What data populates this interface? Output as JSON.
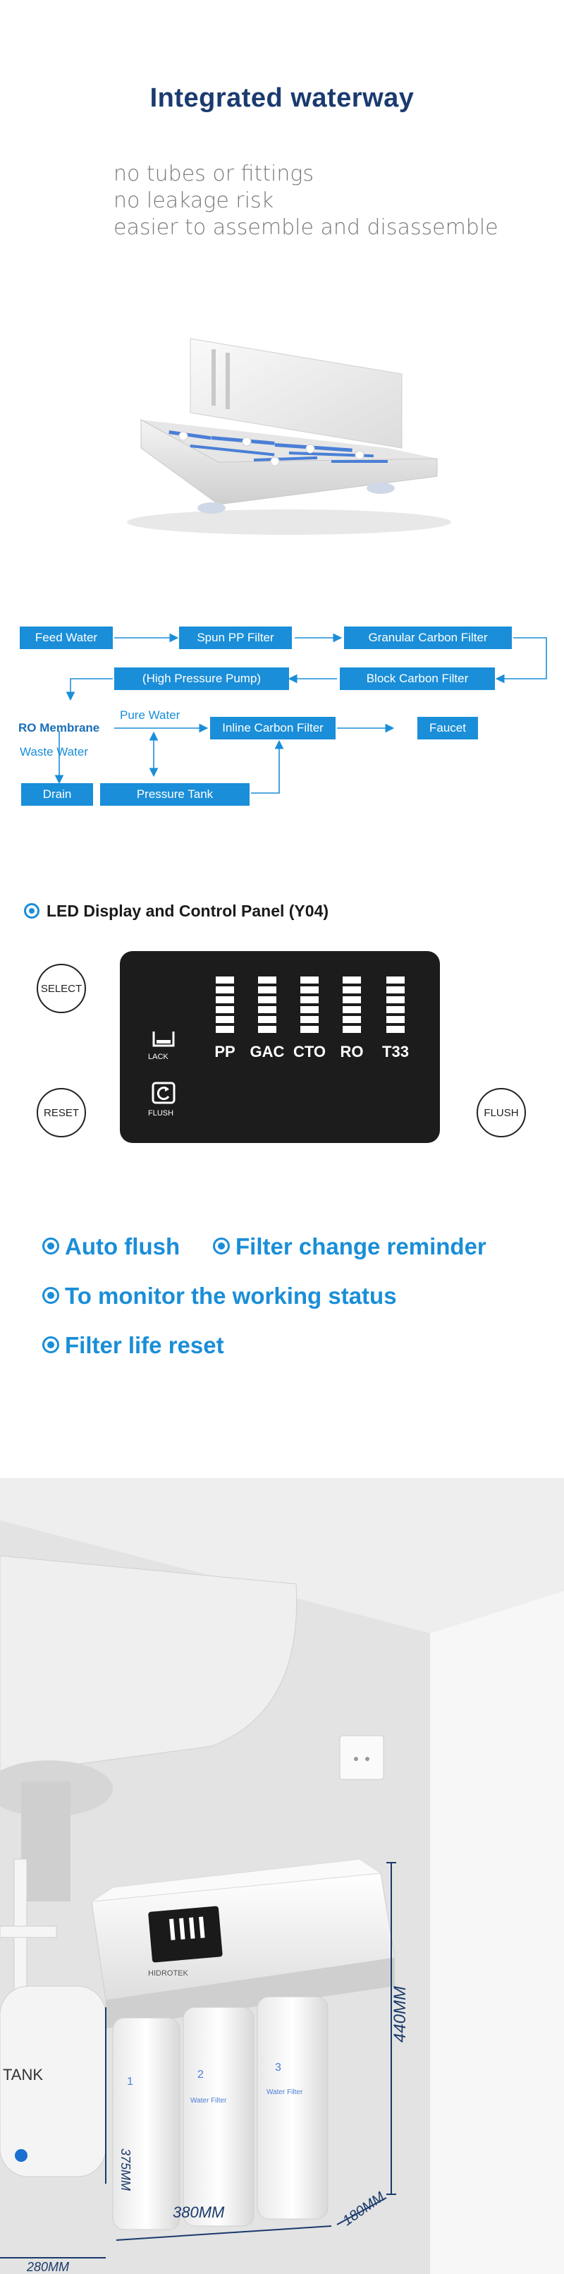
{
  "header": {
    "title": "Integrated waterway",
    "features": [
      "no tubes or fittings",
      "no leakage risk",
      "easier to assemble and disassemble"
    ]
  },
  "flow": {
    "feed_water": "Feed Water",
    "spun_pp": "Spun PP Filter",
    "granular_carbon": "Granular Carbon Filter",
    "high_pressure_pump": "(High Pressure Pump)",
    "block_carbon": "Block Carbon Filter",
    "ro_membrane": "RO Membrane",
    "pure_water": "Pure Water",
    "waste_water": "Waste Water",
    "inline_carbon": "Inline Carbon Filter",
    "faucet": "Faucet",
    "drain": "Drain",
    "pressure_tank": "Pressure Tank"
  },
  "panel": {
    "title": "LED Display and Control Panel (Y04)",
    "select": "SELECT",
    "reset": "RESET",
    "flush": "FLUSH",
    "lack_label": "LACK",
    "flush_label": "FLUSH",
    "filters": [
      "PP",
      "GAC",
      "CTO",
      "RO",
      "T33"
    ]
  },
  "functions": {
    "auto_flush": "Auto flush",
    "filter_change": "Filter change reminder",
    "monitor": "To monitor the working status",
    "life_reset": "Filter life reset"
  },
  "photo": {
    "brand": "HIDROTEK",
    "dim_height": "440MM",
    "dim_width": "380MM",
    "dim_depth": "180MM",
    "dim_tank_height": "375MM",
    "dim_tank_width": "280MM",
    "filter_numbers": [
      "1",
      "2",
      "3"
    ],
    "filter_caption": "Water Filter",
    "tank_label": "TANK"
  },
  "colors": {
    "title": "#1b3b6f",
    "accent": "#1a8ed8",
    "panel_bg": "#1c1c1c"
  }
}
